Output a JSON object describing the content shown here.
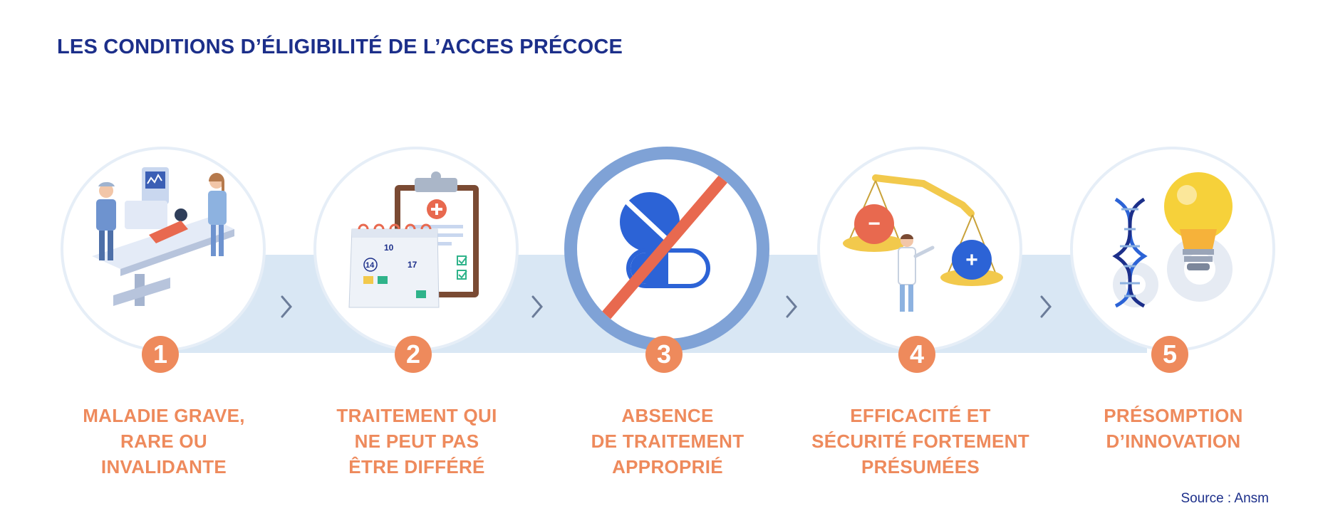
{
  "title": "LES CONDITIONS D’ÉLIGIBILITÉ DE\nL’ACCES PRÉCOCE",
  "steps": [
    {
      "number": "1",
      "label": "MALADIE GRAVE,\nRARE OU\nINVALIDANTE",
      "icon": "hospital-bed-icon"
    },
    {
      "number": "2",
      "label": "TRAITEMENT QUI\nNE PEUT PAS\nÊTRE DIFFÉRÉ",
      "icon": "calendar-clipboard-icon"
    },
    {
      "number": "3",
      "label": "ABSENCE\nDE TRAITEMENT\nAPPROPRIÉ",
      "icon": "no-pills-icon"
    },
    {
      "number": "4",
      "label": "EFFICACITÉ ET\nSÉCURITÉ FORTEMENT\nPRÉSUMÉES",
      "icon": "balance-scale-icon"
    },
    {
      "number": "5",
      "label": "PRÉSOMPTION\nD’INNOVATION",
      "icon": "dna-lightbulb-icon"
    }
  ],
  "calendar_days": [
    "10",
    "14",
    "17"
  ],
  "scale_signs": {
    "minus": "−",
    "plus": "+"
  },
  "source": "Source : Ansm",
  "colors": {
    "title": "#1c2f8a",
    "accent": "#ee8a5c",
    "band": "#d9e7f4",
    "ban_ring": "#7fa2d6",
    "ban_slash": "#e8694f",
    "pill": "#2c63d6"
  }
}
